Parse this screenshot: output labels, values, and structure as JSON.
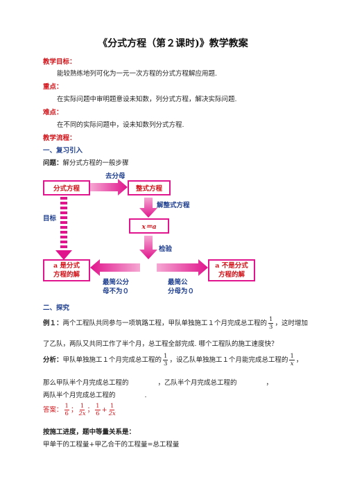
{
  "doc": {
    "title": "《分式方程（第２课时)》教学教案",
    "goals_label": "教学目标：",
    "goals_text": "能较熟练地列可化为一元一次方程的分式方程解应用题.",
    "key_label": "重点：",
    "key_text": "在实际问题中审明题意设未知数，列分式方程，解决实际问题.",
    "difficult_label": "难点：",
    "difficult_text": "在不同的实际问题中，设未知数列分式方程.",
    "process_label": "教学流程：",
    "section1": "一、复习引入",
    "question_label": "问题：",
    "question_text": "解分式方程的一般步骤",
    "section2": "二、探究",
    "example_label": "例１：",
    "example_text_a": "两个工程队共同参与一项筑路工程，甲队单独施工１个月完成总工程的",
    "example_text_b": "，这时增加",
    "example_text_c": "了乙队，两队又共同工作了半个月，总工程全部完成. 哪个工程队的施工速度快？",
    "analysis_label": "分析：",
    "analysis_text_a": "甲队单独施工１个月完成总工程的",
    "analysis_text_b": "，设乙队单独施工１个月能完成总工程的",
    "analysis_text_c": "，",
    "half_text_a": "那么甲队半个月完成总工程的",
    "half_text_b": "，乙队半个月完成总工程的",
    "half_text_c": "，",
    "both_text": "两队半个月完成总工程的",
    "both_end": ".",
    "answer_label": "答案：",
    "progress_text": "按施工进度，题中等量关系是：",
    "equation_text": "甲单干的工程量+甲乙合干的工程量=总工程量",
    "frac_third": {
      "num": "1",
      "den": "3"
    },
    "frac_x": {
      "num": "1",
      "den": "x"
    },
    "answer_fracs": [
      {
        "num": "1",
        "den": "6"
      },
      {
        "num": "1",
        "den": "2x"
      },
      {
        "num": "1",
        "den": "6"
      },
      {
        "num": "1",
        "den": "2x"
      }
    ],
    "answer_sep": "；",
    "answer_plus": "+"
  },
  "diagram": {
    "box_fractional": "分式方程",
    "box_integral": "整式方程",
    "box_x_eq_a": "x＝a",
    "box_is_solution": "a 是分式方程的解",
    "box_not_solution": "a 不是分式方程的解",
    "box_is_solution_l1": "a 是分式",
    "box_is_solution_l2": "方程的解",
    "box_not_solution_l1": "a 不是分式",
    "box_not_solution_l2": "方程的解",
    "label_remove_denominator": "去分母",
    "label_solve_integral": "解整式方程",
    "label_goal": "目标",
    "label_check": "检验",
    "label_lcd_nonzero_l1": "最简公分",
    "label_lcd_nonzero_l2": "母不为０",
    "label_lcd_zero_l1": "最简公",
    "label_lcd_zero_l2": "分母为０",
    "colors": {
      "box_border": "#e0148c",
      "arrow": "#e0148c",
      "label": "#1f3f8f",
      "red": "#d0141a"
    }
  }
}
